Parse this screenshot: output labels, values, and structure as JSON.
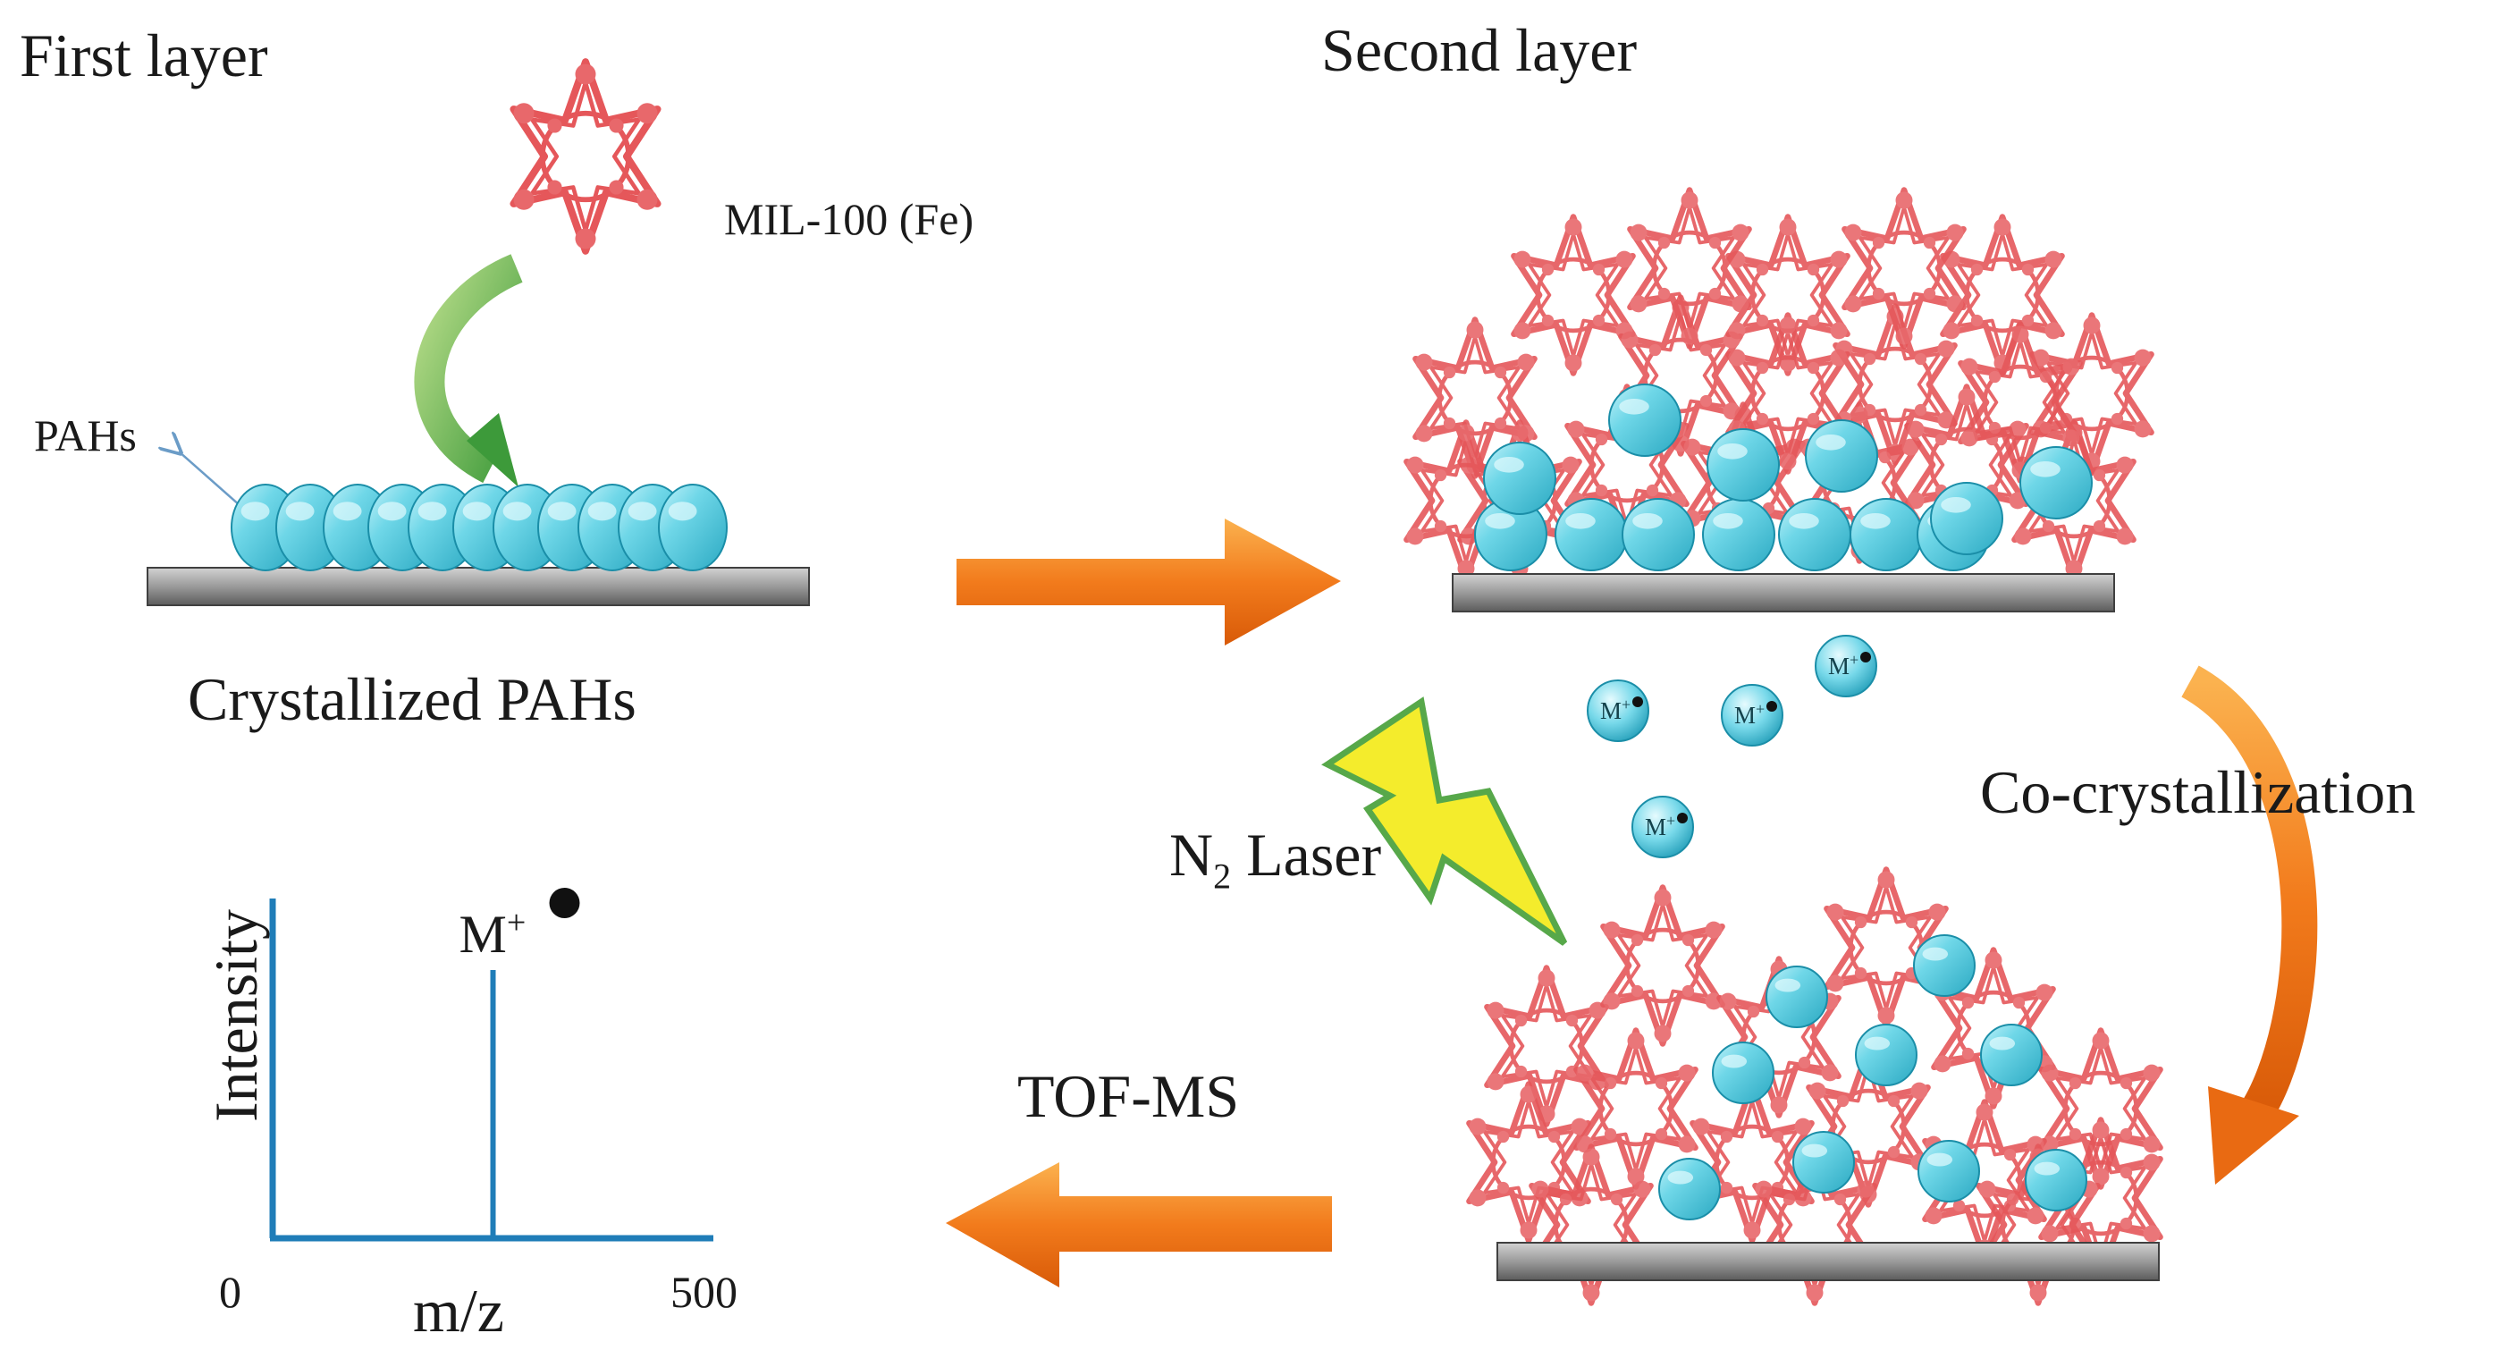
{
  "labels": {
    "first_layer": "First layer",
    "second_layer": "Second  layer",
    "mil": "MIL-100 (Fe)",
    "pahs": "PAHs",
    "crystallized": "Crystallized  PAHs",
    "co_cryst": "Co-crystallization",
    "laser_n": "N",
    "laser_sub": "2",
    "laser_rest": " Laser",
    "tofms": "TOF-MS"
  },
  "ion_label": {
    "base": "M",
    "charge": "+"
  },
  "chart_data": {
    "type": "bar",
    "x": [
      250
    ],
    "values": [
      1
    ],
    "xlim": [
      0,
      500
    ],
    "xlabel": "m/z",
    "ylabel": "Intensity",
    "x_ticks": [
      "0",
      "500"
    ],
    "peak_label": {
      "base": "M",
      "charge": "+"
    }
  },
  "colors": {
    "particle": "#5fd0e2",
    "framework": "#e5575a",
    "orange_arrow": "#f27b1c",
    "green_arrow": "#4fa83c",
    "lightning": "#f4ec2c",
    "axis": "#1f7db8",
    "substrate": "#8c8c8c"
  }
}
